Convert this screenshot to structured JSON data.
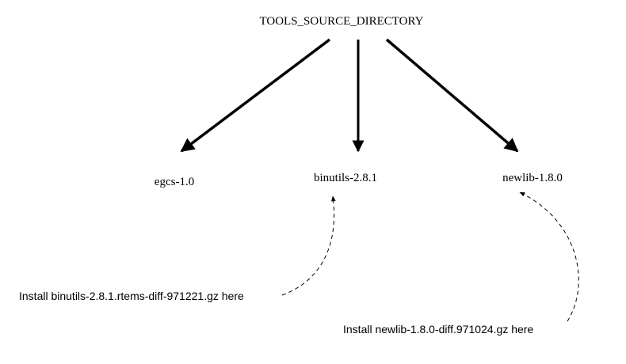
{
  "diagram": {
    "root": {
      "label": "TOOLS_SOURCE_DIRECTORY"
    },
    "children": [
      {
        "id": "egcs",
        "label": "egcs-1.0"
      },
      {
        "id": "binutils",
        "label": "binutils-2.8.1"
      },
      {
        "id": "newlib",
        "label": "newlib-1.8.0"
      }
    ],
    "patches": [
      {
        "target": "binutils",
        "label": "Install binutils-2.8.1.rtems-diff-971221.gz here"
      },
      {
        "target": "newlib",
        "label": "Install newlib-1.8.0-diff.971024.gz here"
      }
    ]
  }
}
